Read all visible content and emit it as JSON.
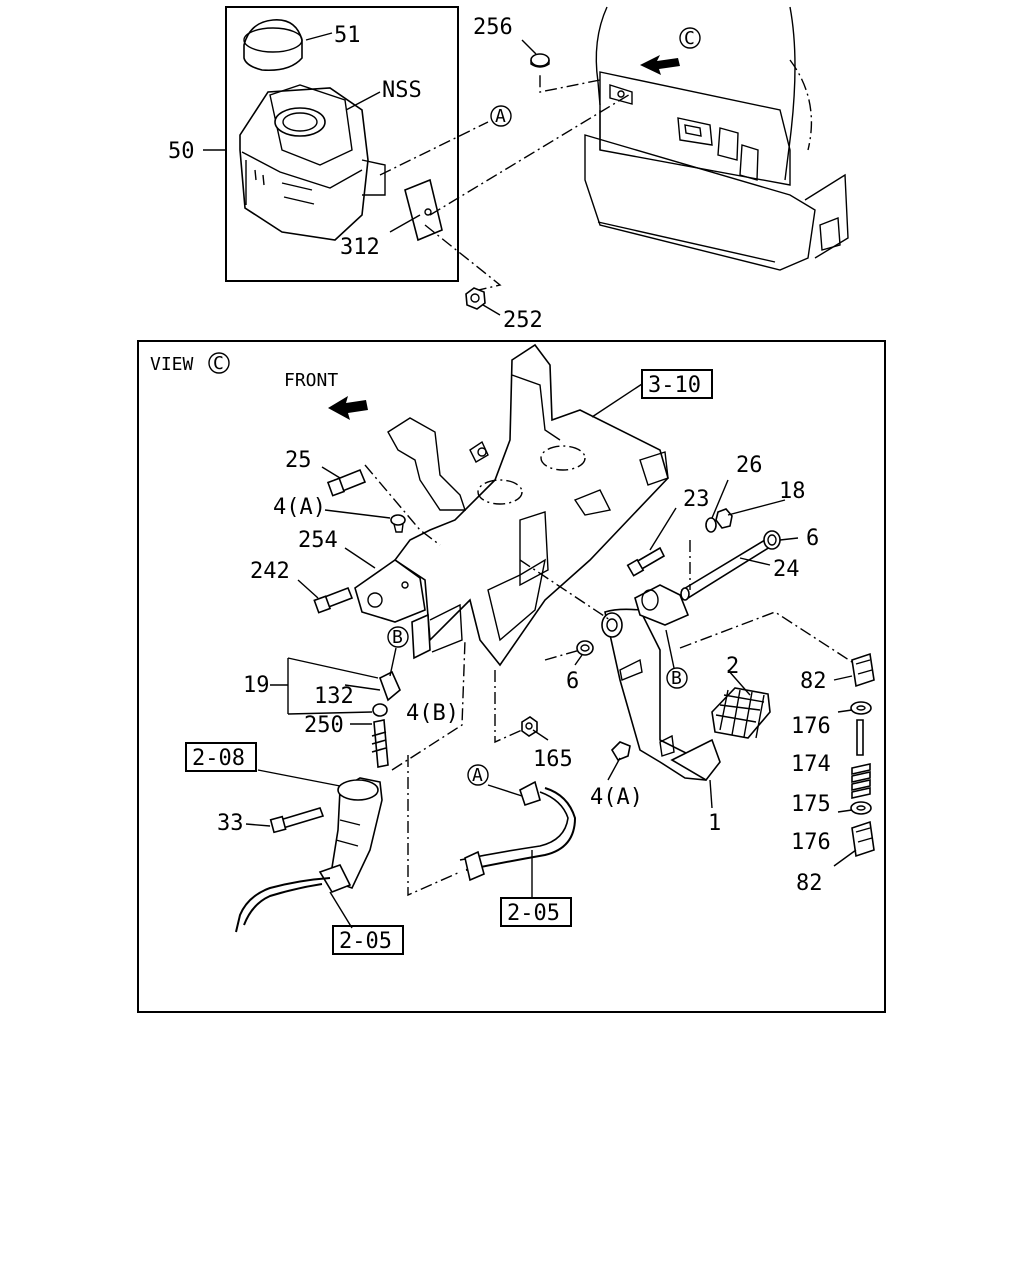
{
  "top": {
    "labels": {
      "p51": "51",
      "nss": "NSS",
      "p50": "50",
      "p312": "312",
      "p252": "252",
      "p256": "256",
      "ref_a": "A",
      "ref_c": "C"
    }
  },
  "view": {
    "title": "VIEW",
    "title_ref": "C",
    "front": "FRONT",
    "labels": {
      "p3_10": "3-10",
      "p25": "25",
      "p4a_top": "4(A)",
      "p254": "254",
      "p242": "242",
      "ref_b_left": "B",
      "p19": "19",
      "p132": "132",
      "p250": "250",
      "p4b": "4(B)",
      "p2_08": "2-08",
      "p33": "33",
      "p2_05_left": "2-05",
      "p2_05_right": "2-05",
      "ref_a": "A",
      "p165": "165",
      "p6_mid": "6",
      "ref_b_right": "B",
      "p4a_bottom": "4(A)",
      "p1": "1",
      "p2": "2",
      "p23": "23",
      "p26": "26",
      "p18": "18",
      "p6_right": "6",
      "p24": "24",
      "p82_top": "82",
      "p176_top": "176",
      "p174": "174",
      "p175": "175",
      "p176_bottom": "176",
      "p82_bottom": "82"
    }
  }
}
